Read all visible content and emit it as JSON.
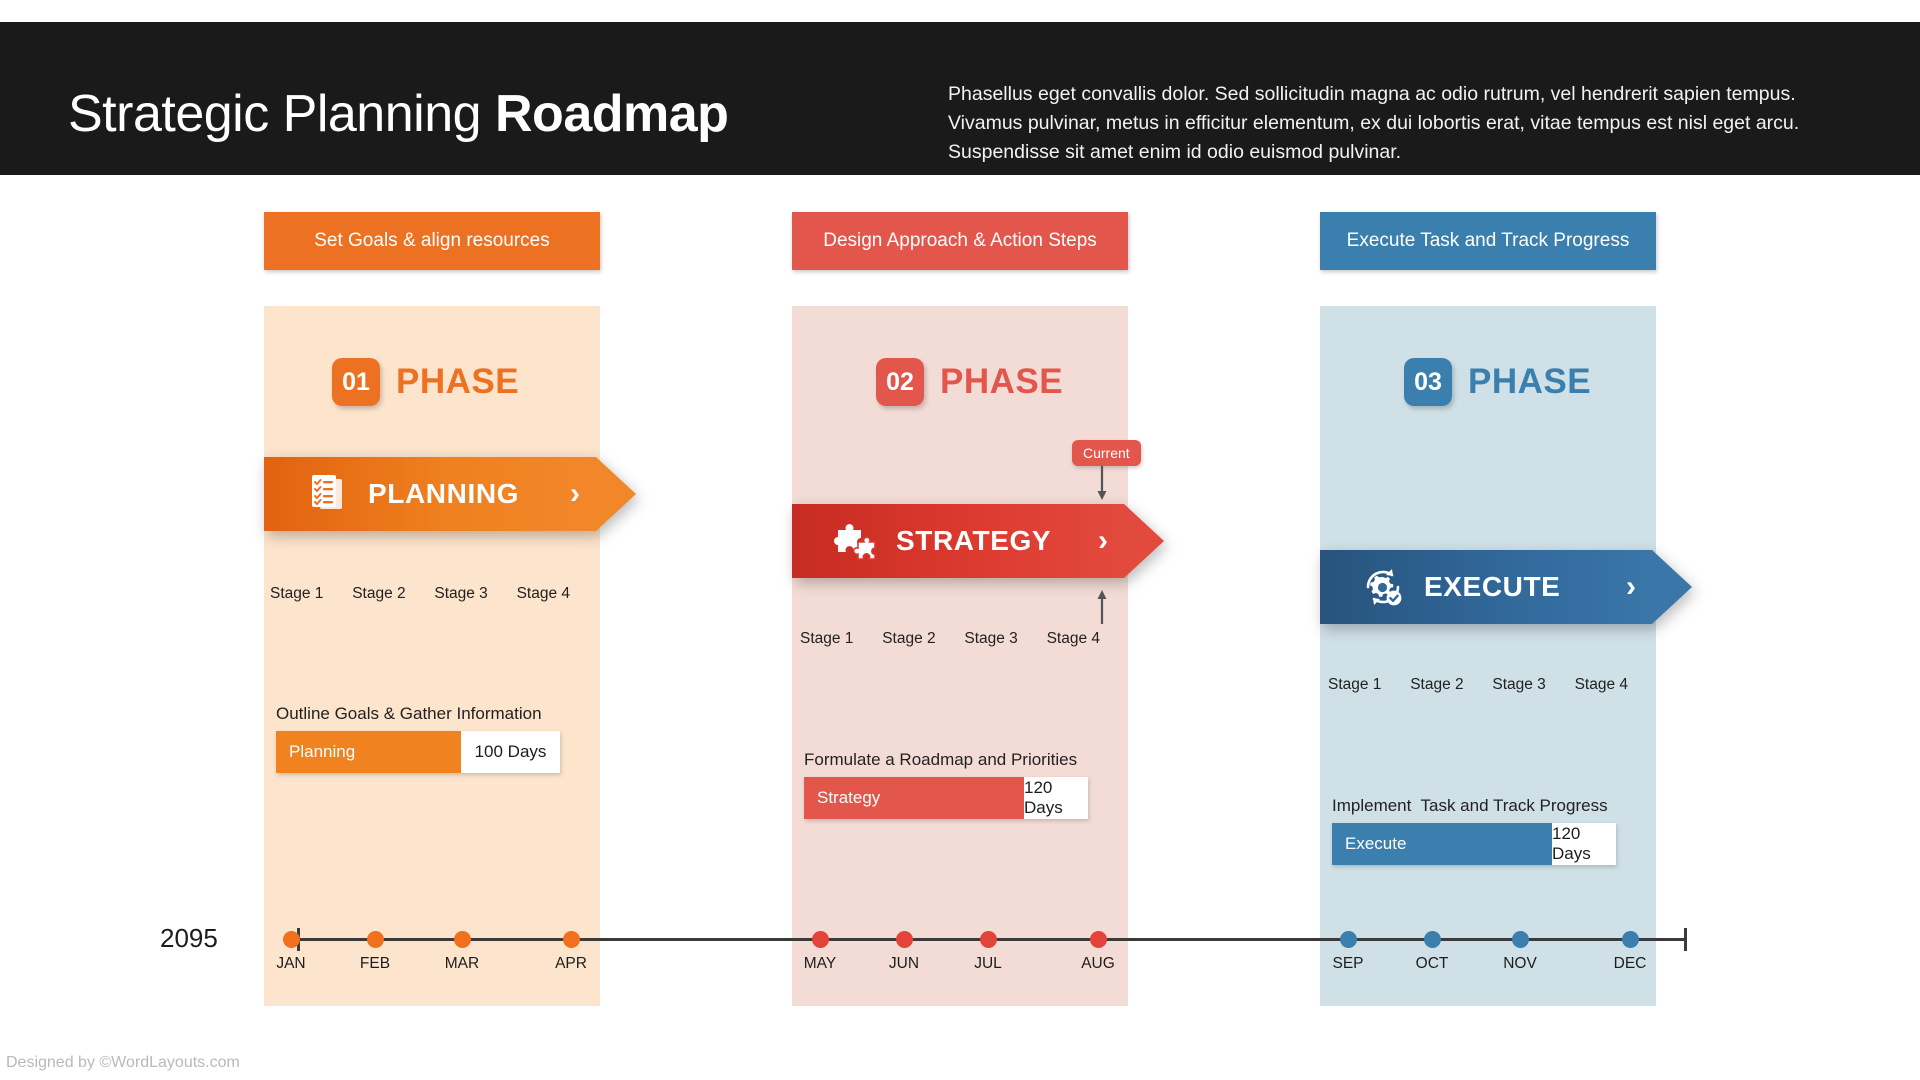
{
  "header": {
    "title_light": "Strategic Planning ",
    "title_bold": "Roadmap",
    "description": "Phasellus eget convallis dolor. Sed sollicitudin magna ac odio rutrum, vel hendrerit sapien tempus. Vivamus pulvinar, metus in efficitur elementum, ex dui lobortis erat, vitae tempus est nisl eget arcu. Suspendisse sit amet enim id odio euismod pulvinar.",
    "background": "#1a1a1a"
  },
  "columns": [
    {
      "header_label": "Set Goals & align resources",
      "phase_number": "01",
      "phase_word": "PHASE",
      "banner_label": "PLANNING",
      "banner_icon": "checklist-document-icon",
      "chevron": "›",
      "stages": [
        "Stage 1",
        "Stage 2",
        "Stage 3",
        "Stage 4"
      ],
      "task_label": "Outline Goals & Gather Information",
      "bar_label": "Planning",
      "bar_days": "100 Days",
      "accent": "#ED7122",
      "panel_bg": "#FDE4CC"
    },
    {
      "header_label": "Design Approach & Action Steps",
      "phase_number": "02",
      "phase_word": "PHASE",
      "banner_label": "STRATEGY",
      "banner_icon": "puzzle-pieces-icon",
      "chevron": "›",
      "stages": [
        "Stage 1",
        "Stage 2",
        "Stage 3",
        "Stage 4"
      ],
      "task_label": "Formulate a Roadmap and Priorities",
      "bar_label": "Strategy",
      "bar_days": "120 Days",
      "accent": "#E2564C",
      "panel_bg": "#F4DCD6",
      "current_badge": "Current"
    },
    {
      "header_label": "Execute Task and Track Progress",
      "phase_number": "03",
      "phase_word": "PHASE",
      "banner_label": "EXECUTE",
      "banner_icon": "gear-refresh-check-icon",
      "chevron": "›",
      "stages": [
        "Stage 1",
        "Stage 2",
        "Stage 3",
        "Stage 4"
      ],
      "task_label": "Implement  Task and Track Progress",
      "bar_label": "Execute",
      "bar_days": "120 Days",
      "accent": "#3B7FAE",
      "panel_bg": "#CFE0E7"
    }
  ],
  "timeline": {
    "year": "2095",
    "months": [
      "JAN",
      "FEB",
      "MAR",
      "APR",
      "MAY",
      "JUN",
      "JUL",
      "AUG",
      "SEP",
      "OCT",
      "NOV",
      "DEC"
    ]
  },
  "footer": {
    "credit": "Designed by ©WordLayouts.com"
  }
}
